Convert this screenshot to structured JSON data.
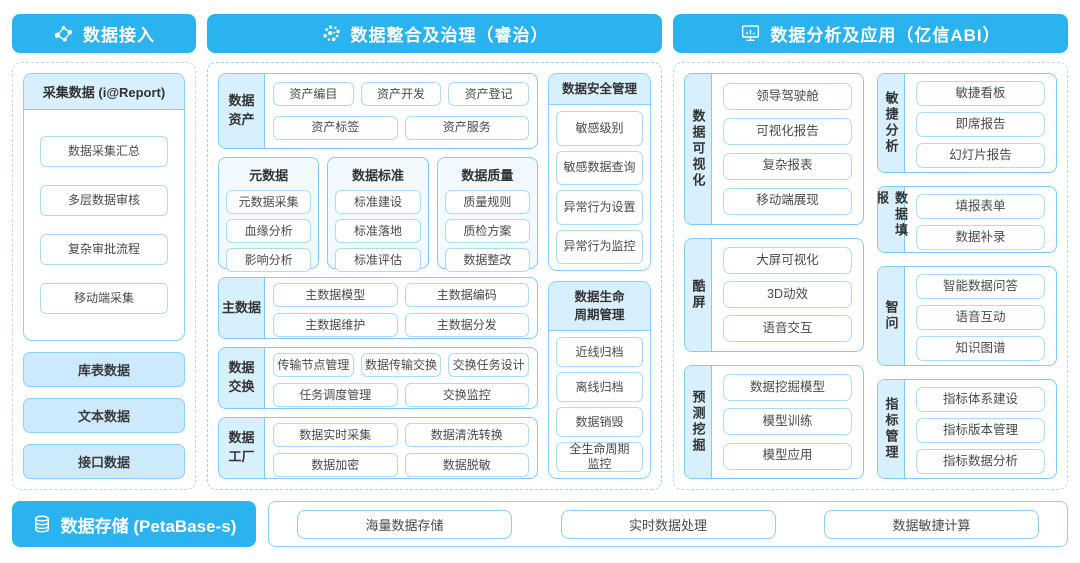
{
  "headers": {
    "access": "数据接入",
    "governance": "数据整合及治理（睿治）",
    "analysis": "数据分析及应用（亿信ABI）",
    "storage": "数据存储 (PetaBase-s)"
  },
  "access": {
    "report_title": "采集数据 (i@Report)",
    "report_items": [
      "数据采集汇总",
      "多层数据审核",
      "复杂审批流程",
      "移动端采集"
    ],
    "source_items": [
      "库表数据",
      "文本数据",
      "接口数据"
    ]
  },
  "governance": {
    "asset": {
      "label": "数据\n资产",
      "row1": [
        "资产编目",
        "资产开发",
        "资产登记"
      ],
      "row2": [
        "资产标签",
        "资产服务"
      ]
    },
    "meta": {
      "title": "元数据",
      "items": [
        "元数据采集",
        "血缘分析",
        "影响分析"
      ]
    },
    "standard": {
      "title": "数据标准",
      "items": [
        "标准建设",
        "标准落地",
        "标准评估"
      ]
    },
    "quality": {
      "title": "数据质量",
      "items": [
        "质量规则",
        "质检方案",
        "数据整改"
      ]
    },
    "master": {
      "label": "主数据",
      "row1": [
        "主数据模型",
        "主数据编码"
      ],
      "row2": [
        "主数据维护",
        "主数据分发"
      ]
    },
    "exchange": {
      "label": "数据\n交换",
      "row1": [
        "传输节点管理",
        "数据传输交换",
        "交换任务设计"
      ],
      "row2": [
        "任务调度管理",
        "交换监控"
      ]
    },
    "factory": {
      "label": "数据\n工厂",
      "row1": [
        "数据实时采集",
        "数据清洗转换"
      ],
      "row2": [
        "数据加密",
        "数据脱敏"
      ]
    },
    "security": {
      "title": "数据安全管理",
      "items": [
        "敏感级别",
        "敏感数据查询",
        "异常行为设置",
        "异常行为监控"
      ]
    },
    "lifecycle": {
      "title": "数据生命\n周期管理",
      "items": [
        "近线归档",
        "离线归档",
        "数据销毁",
        "全生命周期\n监控"
      ]
    }
  },
  "analysis": {
    "visualization": {
      "label": "数据可视化",
      "items": [
        "领导驾驶舱",
        "可视化报告",
        "复杂报表",
        "移动端展现"
      ]
    },
    "coolscreen": {
      "label": "酷屏",
      "items": [
        "大屏可视化",
        "3D动效",
        "语音交互"
      ]
    },
    "prediction": {
      "label": "预测挖掘",
      "items": [
        "数据挖掘模型",
        "模型训练",
        "模型应用"
      ]
    },
    "agile": {
      "label": "敏捷分析",
      "items": [
        "敏捷看板",
        "即席报告",
        "幻灯片报告"
      ]
    },
    "filling": {
      "label": "数据填报",
      "items": [
        "填报表单",
        "数据补录"
      ]
    },
    "ask": {
      "label": "智问",
      "items": [
        "智能数据问答",
        "语音互动",
        "知识图谱"
      ]
    },
    "indicator": {
      "label": "指标管理",
      "items": [
        "指标体系建设",
        "指标版本管理",
        "指标数据分析"
      ]
    }
  },
  "storage": {
    "items": [
      "海量数据存储",
      "实时数据处理",
      "数据敏捷计算"
    ]
  },
  "colors": {
    "primary": "#2BB3EF",
    "light_fill": "#D8F0FD",
    "group_border": "#7ECDF4",
    "item_border": "#AADCF8",
    "source_fill": "#CCEAFB"
  }
}
